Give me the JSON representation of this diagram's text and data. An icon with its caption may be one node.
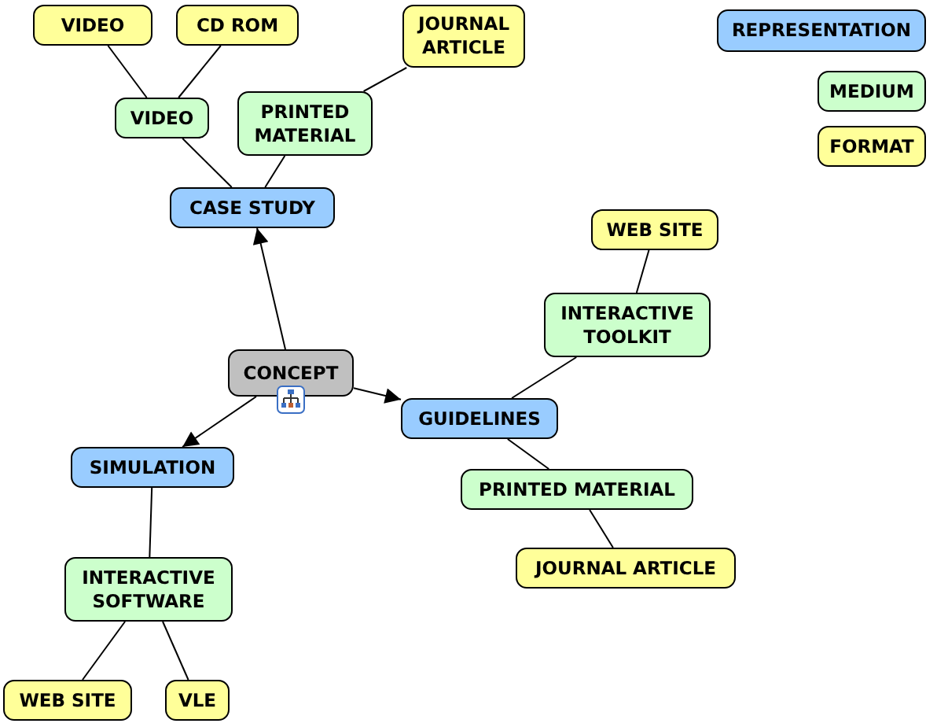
{
  "diagram": {
    "nodes": [
      {
        "text": [
          "VIDEO"
        ]
      },
      {
        "text": [
          "CD ROM"
        ]
      },
      {
        "text": [
          "JOURNAL ARTICLE"
        ]
      },
      {
        "text": [
          "VIDEO"
        ]
      },
      {
        "text": [
          "PRINTED MATERIAL"
        ]
      },
      {
        "text": [
          "CASE STUDY"
        ]
      },
      {
        "text": [
          "CONCEPT"
        ]
      },
      {
        "text": [
          "WEB SITE"
        ]
      },
      {
        "text": [
          "INTERACTIVE TOOLKIT"
        ]
      },
      {
        "text": [
          "GUIDELINES"
        ]
      },
      {
        "text": [
          "SIMULATION"
        ]
      },
      {
        "text": [
          "PRINTED MATERIAL"
        ]
      },
      {
        "text": [
          "INTERACTIVE SOFTWARE"
        ]
      },
      {
        "text": [
          "JOURNAL ARTICLE"
        ]
      },
      {
        "text": [
          "WEB SITE"
        ]
      },
      {
        "text": [
          "VLE"
        ]
      }
    ],
    "edges": [
      {
        "from": 0,
        "to": 3,
        "arrow": "none"
      },
      {
        "from": 1,
        "to": 3,
        "arrow": "none"
      },
      {
        "from": 2,
        "to": 4,
        "arrow": "none"
      },
      {
        "from": 3,
        "to": 5,
        "arrow": "none"
      },
      {
        "from": 4,
        "to": 5,
        "arrow": "none"
      },
      {
        "from": 6,
        "to": 5,
        "arrow": "to"
      },
      {
        "from": 6,
        "to": 9,
        "arrow": "to"
      },
      {
        "from": 6,
        "to": 10,
        "arrow": "to"
      },
      {
        "from": 7,
        "to": 8,
        "arrow": "none"
      },
      {
        "from": 8,
        "to": 9,
        "arrow": "none"
      },
      {
        "from": 9,
        "to": 11,
        "arrow": "none"
      },
      {
        "from": 11,
        "to": 13,
        "arrow": "none"
      },
      {
        "from": 10,
        "to": 12,
        "arrow": "none"
      },
      {
        "from": 12,
        "to": 14,
        "arrow": "none"
      },
      {
        "from": 12,
        "to": 15,
        "arrow": "none"
      }
    ],
    "legend": [
      {
        "text": "REPRESENTATION",
        "color": "#99ccff"
      },
      {
        "text": "MEDIUM",
        "color": "#ccffcc"
      },
      {
        "text": "FORMAT",
        "color": "#ffff99"
      }
    ]
  }
}
